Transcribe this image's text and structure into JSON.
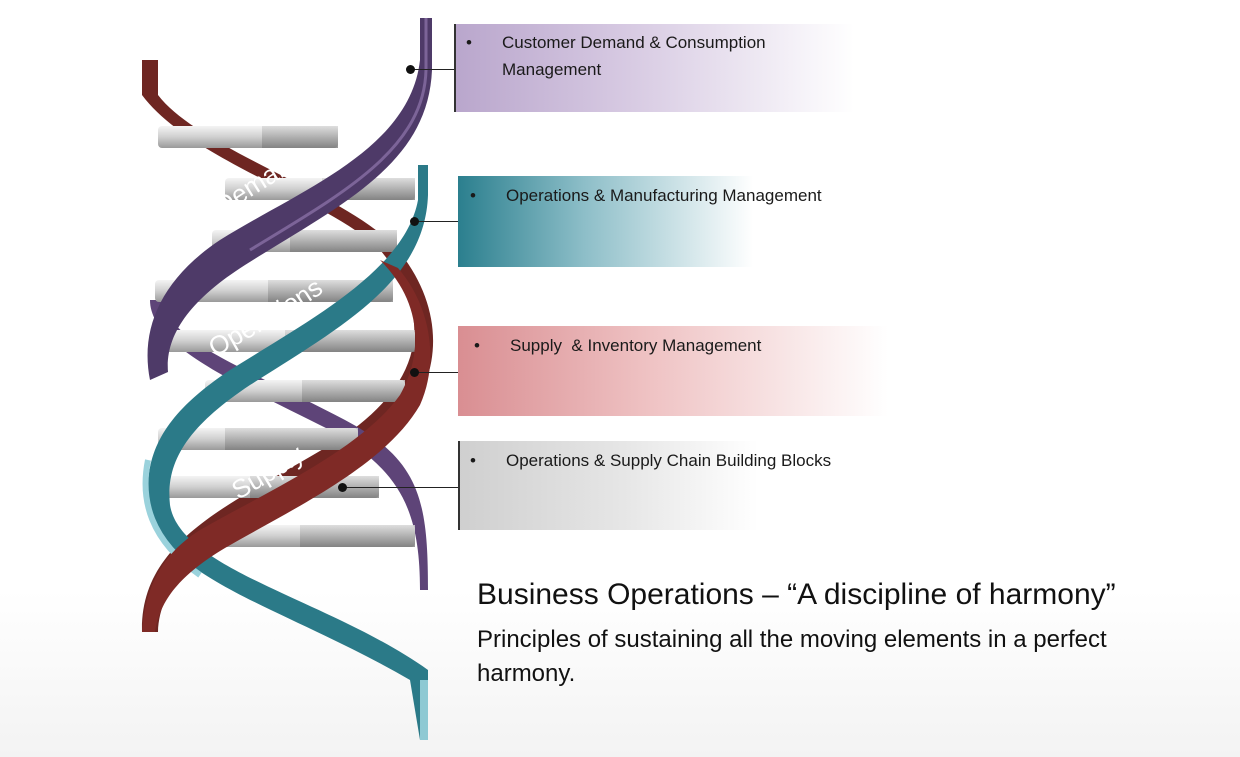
{
  "helix": {
    "labels": [
      {
        "text": "Demand"
      },
      {
        "text": "Operations"
      },
      {
        "text": "Supply"
      }
    ],
    "colors": {
      "demand": "#4e3a68",
      "operations": "#2b7a88",
      "supply": "#7f2a26",
      "rungs": "#bdbdbd"
    }
  },
  "panels": [
    {
      "bullet": "•",
      "text": "Customer Demand & Consumption Management",
      "color": "#b9a6cc"
    },
    {
      "bullet": "•",
      "text": "Operations & Manufacturing Management",
      "color": "#2b7f8e"
    },
    {
      "bullet": "•",
      "text": "Supply  & Inventory Management",
      "color": "#d98e92"
    },
    {
      "bullet": "•",
      "text": "Operations & Supply Chain Building Blocks",
      "color": "#cfcfcf"
    }
  ],
  "headline": "Business Operations – “A discipline of harmony”",
  "subline": "Principles of sustaining all the moving elements in a perfect harmony."
}
